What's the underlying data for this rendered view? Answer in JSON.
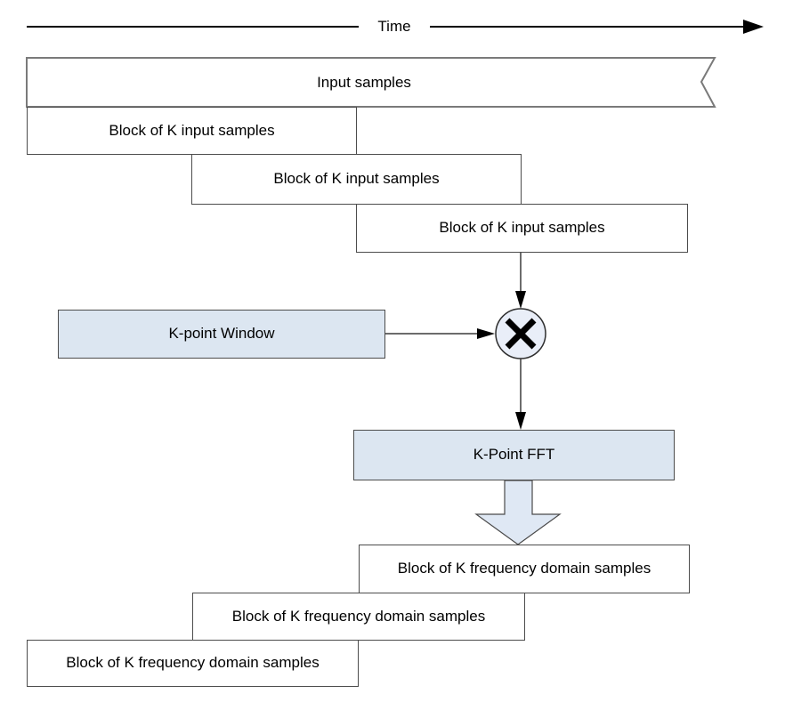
{
  "timeline": {
    "label": "Time"
  },
  "banner": {
    "label": "Input samples"
  },
  "input_blocks": [
    {
      "label": "Block of K input samples"
    },
    {
      "label": "Block of K input samples"
    },
    {
      "label": "Block of K input samples"
    }
  ],
  "window_box": {
    "label": "K-point Window"
  },
  "multiplier": {
    "operator": "multiply"
  },
  "fft_box": {
    "label": "K-Point FFT"
  },
  "output_blocks": [
    {
      "label": "Block of K frequency domain samples"
    },
    {
      "label": "Block of K frequency domain samples"
    },
    {
      "label": "Block of K frequency domain samples"
    }
  ],
  "colors": {
    "accent_fill": "#dce6f1",
    "circle_fill": "#e9eef8",
    "arrow_fill": "#dfe8f4",
    "box_border": "#4c4c4c",
    "banner_border": "#7a7a7a",
    "line_color": "#000000"
  }
}
